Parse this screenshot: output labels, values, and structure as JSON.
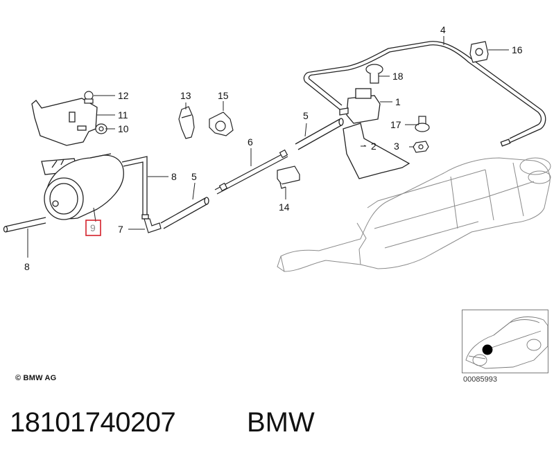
{
  "diagram": {
    "callouts": [
      {
        "label": "1"
      },
      {
        "label": "2"
      },
      {
        "label": "3"
      },
      {
        "label": "4"
      },
      {
        "label": "5"
      },
      {
        "label": "5"
      },
      {
        "label": "6"
      },
      {
        "label": "7"
      },
      {
        "label": "8"
      },
      {
        "label": "8"
      },
      {
        "label": "9"
      },
      {
        "label": "10"
      },
      {
        "label": "11"
      },
      {
        "label": "12"
      },
      {
        "label": "13"
      },
      {
        "label": "14"
      },
      {
        "label": "15"
      },
      {
        "label": "16"
      },
      {
        "label": "17"
      },
      {
        "label": "18"
      }
    ],
    "highlighted_callout": "9"
  },
  "footer": {
    "copyright": "© BMW AG",
    "ref_code": "00085993",
    "part_number": "18101740207",
    "brand": "BMW"
  },
  "colors": {
    "line": "#222222",
    "highlight_box": "#d4202a",
    "highlight_text": "#8a8a8a",
    "exhaust_outline": "#8a8a8a"
  }
}
